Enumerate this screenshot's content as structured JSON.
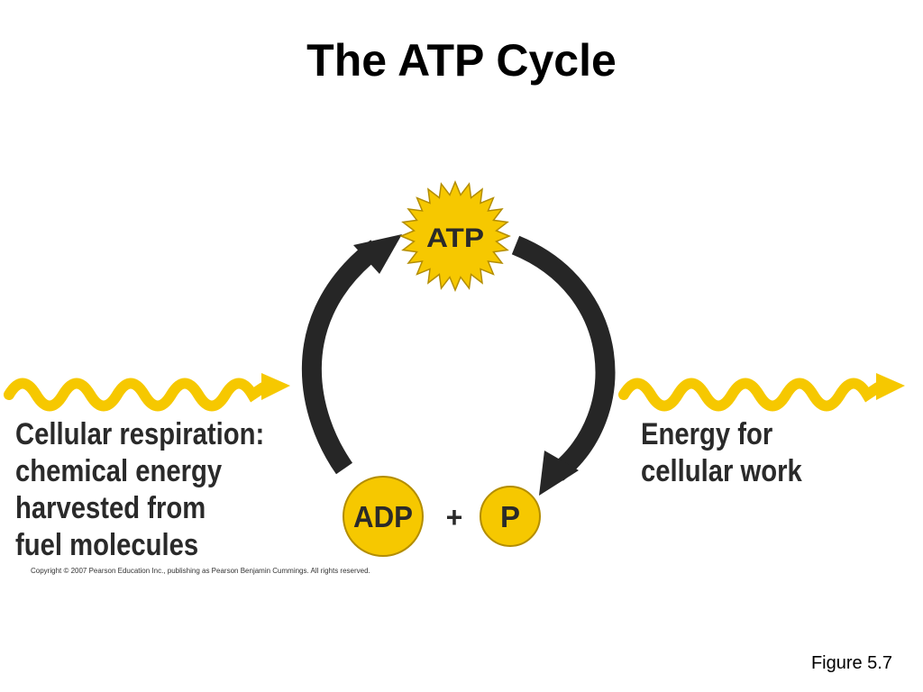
{
  "title": "The ATP Cycle",
  "atp_label": "ATP",
  "adp_label": "ADP",
  "plus_sign": "+",
  "phosphate_label": "P",
  "left_caption": [
    "Cellular respiration:",
    "chemical energy",
    "harvested from",
    "fuel molecules"
  ],
  "right_caption": [
    "Energy for",
    "cellular work"
  ],
  "copyright": "Copyright © 2007 Pearson Education Inc., publishing as Pearson Benjamin Cummings. All rights reserved.",
  "figure_ref": "Figure 5.7",
  "colors": {
    "yellow": "#f6c800",
    "yellow_outline": "#b38d00",
    "arrow_black": "#262626",
    "text_dark": "#2a2a2a"
  }
}
